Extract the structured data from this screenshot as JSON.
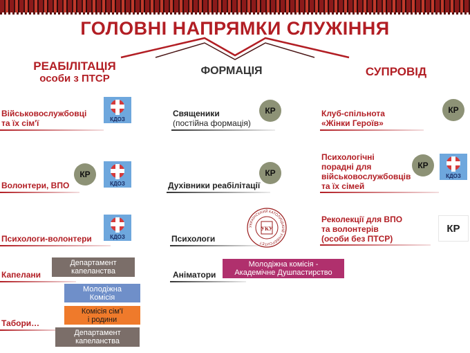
{
  "header": {
    "title": "ГОЛОВНІ НАПРЯМКИ СЛУЖІННЯ"
  },
  "columns": {
    "rehab": {
      "title_line1": "РЕАБІЛІТАЦІЯ",
      "title_line2": "особи з ПТСР"
    },
    "formation": {
      "title": "ФОРМАЦІЯ"
    },
    "support": {
      "title": "СУПРОВІД"
    }
  },
  "rehab_items": {
    "military_l1": "Військовослужбовці",
    "military_l2": "та їх сім'ї",
    "volunteers": "Волонтери, ВПО",
    "psych_volunteers": "Психологи-волонтери",
    "chaplains": "Капелани",
    "camps": "Табори…"
  },
  "formation_items": {
    "priests_l1": "Священики",
    "priests_l2": "(постійна формація)",
    "confessors": "Духівники реабілітації",
    "psychologists": "Психологи",
    "animators": "Аніматори"
  },
  "support_items": {
    "club_l1": "Клуб-спільнота",
    "club_l2": "«Жінки Героїв»",
    "consult_l1": "Психологічні",
    "consult_l2": "порадні для",
    "consult_l3": "військовослужбовців",
    "consult_l4": "та їх сімей",
    "retreat_l1": "Реколекції для ВПО",
    "retreat_l2": "та волонтерів",
    "retreat_l3": "(особи без ПТСР)"
  },
  "badges": {
    "kr": "КР",
    "kdoz": "КДОЗ"
  },
  "boxes": {
    "dept_chaplaincy_l1": "Департамент",
    "dept_chaplaincy_l2": "капеланства",
    "youth_l1": "Молодіжна",
    "youth_l2": "Комісія",
    "family_l1": "Комісія сім'ї",
    "family_l2": "і родини",
    "dept2_l1": "Департамент",
    "dept2_l2": "капеланства",
    "youth_academic_l1": "Молодіжна комісія -",
    "youth_academic_l2": "Академічне Душпастирство"
  },
  "university_seal": {
    "ring_text": "УКРАЇНСЬКИЙ КАТОЛИЦЬКИЙ УНІВЕРСИТЕТ",
    "monogram": "УКУ"
  },
  "colors": {
    "accent_red": "#b21e24",
    "kr_circle": "#8d9276",
    "dept_box": "#7b6e69",
    "youth_box": "#6f8fc9",
    "family_box": "#ef7a2b",
    "youth_academic_box": "#b0306d"
  }
}
